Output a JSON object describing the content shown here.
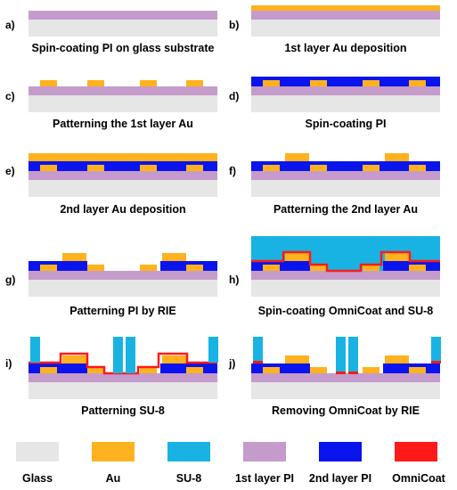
{
  "colors": {
    "glass": "#e6e6e6",
    "au": "#ffb21e",
    "su8": "#19b3e3",
    "pi1": "#c59bcc",
    "pi2": "#0a14ec",
    "omnicoat": "#ff1a1a"
  },
  "steps": [
    {
      "letter": "a)",
      "caption": "Spin-coating PI on glass substrate"
    },
    {
      "letter": "b)",
      "caption": "1st layer Au deposition"
    },
    {
      "letter": "c)",
      "caption": "Patterning the 1st layer Au"
    },
    {
      "letter": "d)",
      "caption": "Spin-coating PI"
    },
    {
      "letter": "e)",
      "caption": "2nd layer Au deposition"
    },
    {
      "letter": "f)",
      "caption": "Patterning the 2nd layer Au"
    },
    {
      "letter": "g)",
      "caption": "Patterning PI by RIE"
    },
    {
      "letter": "h)",
      "caption": "Spin-coating OmniCoat and SU-8"
    },
    {
      "letter": "i)",
      "caption": "Patterning SU-8"
    },
    {
      "letter": "j)",
      "caption": "Removing OmniCoat by RIE"
    }
  ],
  "legend": [
    {
      "label": "Glass",
      "color_key": "glass"
    },
    {
      "label": "Au",
      "color_key": "au"
    },
    {
      "label": "SU-8",
      "color_key": "su8"
    },
    {
      "label": "1st layer PI",
      "color_key": "pi1"
    },
    {
      "label": "2nd layer PI",
      "color_key": "pi2"
    },
    {
      "label": "OmniCoat",
      "color_key": "omnicoat"
    }
  ]
}
